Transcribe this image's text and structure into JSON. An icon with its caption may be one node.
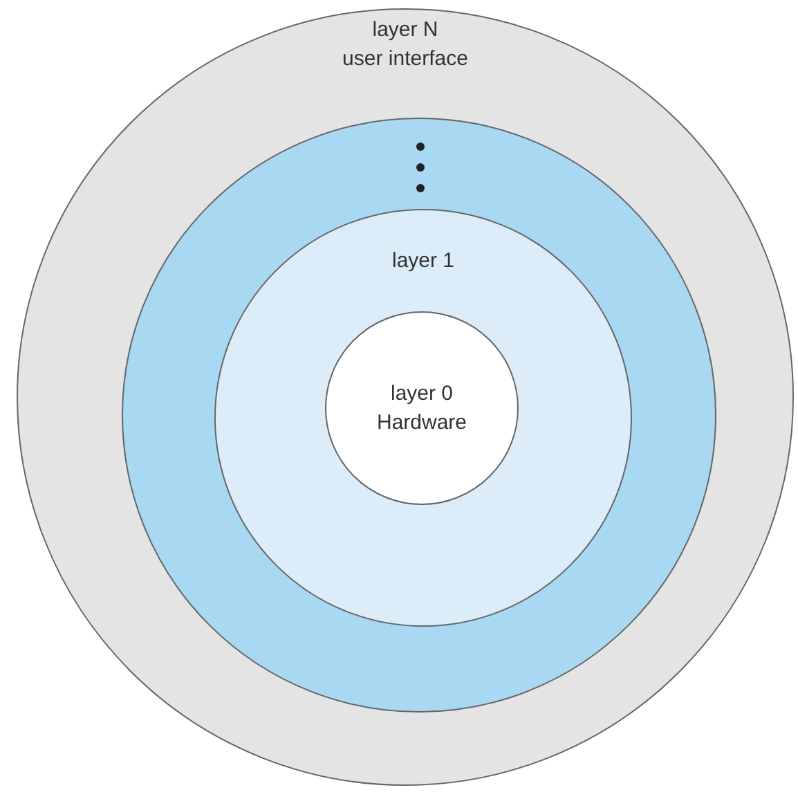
{
  "diagram": {
    "nodes": [
      {
        "text": [
          "layer N",
          "user interface"
        ]
      },
      {
        "text": [],
        "shape": "circle",
        "in": 0
      },
      {
        "text": [
          "layer 1"
        ],
        "in": 1
      },
      {
        "text": [
          "layer 0",
          "Hardware"
        ],
        "in": 2
      }
    ]
  }
}
